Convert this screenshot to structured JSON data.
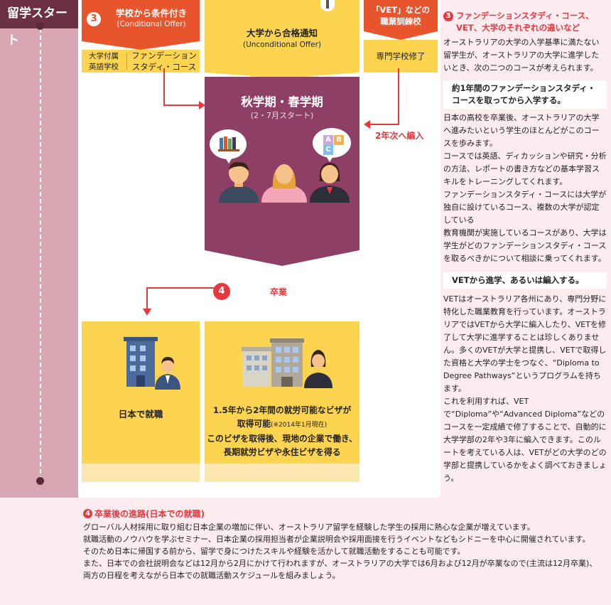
{
  "start_label": "留学スタート",
  "cond_offer": {
    "num": "3",
    "title": "学校から条件付き",
    "sub": "(Conditional Offer)"
  },
  "cond_options": [
    "大学付属\n英語学校",
    "ファンデーション\nスタディ・コース"
  ],
  "uncond_offer": {
    "title": "大学から合格通知",
    "sub": "(Unconditional Offer)"
  },
  "vet_box": {
    "title": "「VET」などの\n職業訓練校",
    "sub": "専門学校修了"
  },
  "semester": {
    "title": "秋学期・春学期",
    "sub": "(2・7月スタート)"
  },
  "transfer_label": "2年次へ編入",
  "bubble_letters": [
    "A",
    "B",
    "C"
  ],
  "graduation": {
    "num": "4",
    "label": "卒業"
  },
  "outcomes": {
    "japan": "日本で就職",
    "australia_line1": "1.5年から2年間の就労可能なビザが",
    "australia_line2": "取得可能",
    "australia_note": "(※2014年1月現在)",
    "australia_line3": "このビザを取得後、現地の企業で働き、",
    "australia_line4": "長期就労ビザや永住ビザを得る"
  },
  "right_panel": {
    "num": "3",
    "heading": "ファンデーションスタディ・コース、\nVET、大学のそれぞれの違いなど",
    "intro": "オーストラリアの大学の入学基準に満たない留学生が、オーストラリアの大学に進学したいとき、次の二つのコースが考えられます。",
    "sub1": "約1年間のファンデーションスタディ・\nコースを取ってから入学する。",
    "body1": "日本の高校を卒業後、オーストラリアの大学へ進みたいという学生のほとんどがこのコースを歩みます。\nコースでは英語、ディカッションや研究・分析の方法、レポートの書き方などの基本学習スキルをトレーニングしてくれます。\nファンデーションスタディ・コースには大学が独自に設けているコース、複数の大学が認定している\n教育機関が実施しているコースがあり、大学は学生がどのファンデーションスタディ・コースを取るべきかについて相談に乗ってくれます。",
    "sub2": "VETから進学、あるいは編入する。",
    "body2": "VETはオーストラリア各州にあり、専門分野に特化した職業教育を行っています。オーストラリアではVETから大学に編入したり、VETを修了して大学に進学することは珍しくありません。多くのVETが大学と提携し、VETで取得した資格と大学の学士をつなぐ、“Diploma to Degree Pathways”というプログラムを持ちます。\nこれを利用すれば、VETで“Diploma”や“Advanced Diploma”などのコースを一定成績で修了することで、自動的に大学学部の2年や3年に編入できます。このルートを考えている人は、VETがどの大学のどの学部と提携しているかをよく調べておきましょう。"
  },
  "bottom": {
    "num": "4",
    "heading": "卒業後の進路(日本での就職)",
    "lines": [
      "グローバル人材採用に取り組む日本企業の増加に伴い、オーストラリア留学を経験した学生の採用に熱心な企業が増えています。",
      "就職活動のノウハウを学ぶセミナー、日本企業の採用担当者が企業説明会や採用面接を行うイベントなどもシドニーを中心に開催されています。",
      "そのため日本に帰国する前から、留学で身につけたスキルや経験を活かして就職活動をすることも可能です。",
      "また、日本での会社説明会などは12月から2月にかけて行われますが、オーストラリアの大学では6月および12月が卒業なので(主流は12月卒業)、",
      "両方の日程を考えながら日本での就職活動スケジュールを組みましょう。"
    ]
  },
  "colors": {
    "orange": "#e8552d",
    "yellow": "#fdd44f",
    "purple": "#8e3f66",
    "red": "#e8383d",
    "pink_bg": "#fcecef",
    "strip": "#d9a7b3",
    "dark": "#6b3143"
  }
}
